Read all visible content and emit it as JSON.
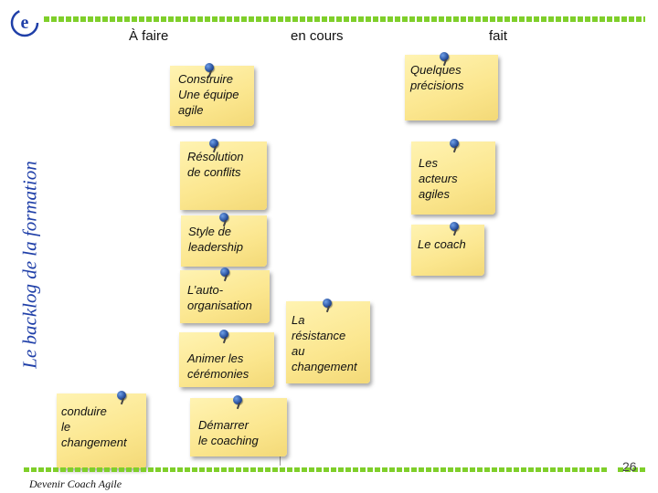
{
  "slide": {
    "vertical_title": "Le backlog de la formation",
    "columns": {
      "todo": "À faire",
      "in_progress": "en cours",
      "done": "fait"
    },
    "notes": {
      "construire": "Construire\nUne équipe\nagile",
      "resolution": "Résolution\nde conflits",
      "style": "Style de\nleadership",
      "auto_organisation": "L’auto-\norganisation",
      "animer": "Animer les\ncérémonies",
      "conduire": "conduire\nle\nchangement",
      "demarrer": "Démarrer\nle coaching",
      "resistance": "La\nrésistance\nau\nchangement",
      "precisions": "Quelques\nprécisions",
      "acteurs": "Les\nacteurs\nagiles",
      "coach": "Le coach"
    },
    "footer": "Devenir Coach Agile",
    "page_number": "26"
  },
  "colors": {
    "accent_green": "#7fcf2a",
    "title_blue": "#1f3fa8",
    "note_yellow": "#fbe68e",
    "pin_blue": "#1a3f8c"
  },
  "icons": {
    "logo": "e-circle-logo",
    "pin": "push-pin-icon"
  }
}
